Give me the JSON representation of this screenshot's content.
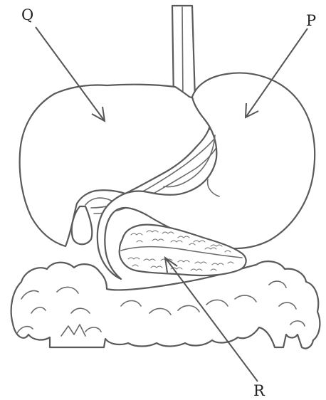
{
  "diagram": {
    "labels": {
      "q": "Q",
      "p": "P",
      "r": "R"
    },
    "colors": {
      "line": "#5a5a5a",
      "fill": "#ffffff",
      "text": "#222222"
    }
  }
}
